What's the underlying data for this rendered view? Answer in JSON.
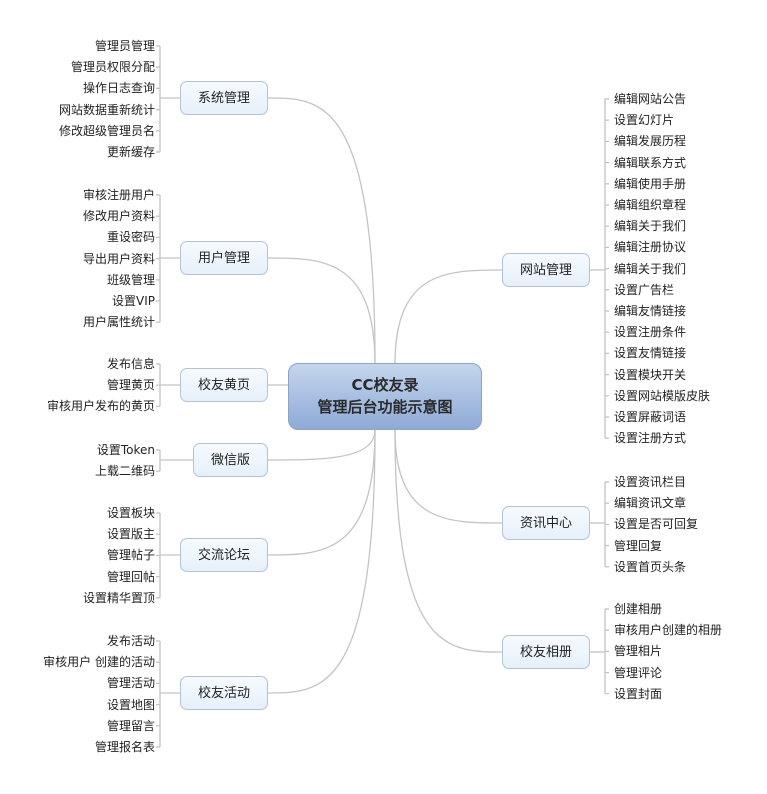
{
  "center": {
    "line1": "CC校友录",
    "line2": "管理后台功能示意图"
  },
  "left_branches": [
    {
      "label": "系统管理",
      "items": [
        "管理员管理",
        "管理员权限分配",
        "操作日志查询",
        "网站数据重新统计",
        "修改超级管理员名",
        "更新缓存"
      ]
    },
    {
      "label": "用户管理",
      "items": [
        "审核注册用户",
        "修改用户资料",
        "重设密码",
        "导出用户资料",
        "班级管理",
        "设置VIP",
        "用户属性统计"
      ]
    },
    {
      "label": "校友黄页",
      "items": [
        "发布信息",
        "管理黄页",
        "审核用户发布的黄页"
      ]
    },
    {
      "label": "微信版",
      "items": [
        "设置Token",
        "上载二维码"
      ]
    },
    {
      "label": "交流论坛",
      "items": [
        "设置板块",
        "设置版主",
        "管理帖子",
        "管理回帖",
        "设置精华置顶"
      ]
    },
    {
      "label": "校友活动",
      "items": [
        "发布活动",
        "审核用户 创建的活动",
        "管理活动",
        "设置地图",
        "管理留言",
        "管理报名表"
      ]
    }
  ],
  "right_branches": [
    {
      "label": "网站管理",
      "items": [
        "编辑网站公告",
        "设置幻灯片",
        "编辑发展历程",
        "编辑联系方式",
        "编辑使用手册",
        "编辑组织章程",
        "编辑关于我们",
        "编辑注册协议",
        "编辑关于我们",
        "设置广告栏",
        "编辑友情链接",
        "设置注册条件",
        "设置友情链接",
        "设置模块开关",
        "设置网站模版皮肤",
        "设置屏蔽词语",
        "设置注册方式"
      ]
    },
    {
      "label": "资讯中心",
      "items": [
        "设置资讯栏目",
        "编辑资讯文章",
        "设置是否可回复",
        "管理回复",
        "设置首页头条"
      ]
    },
    {
      "label": "校友相册",
      "items": [
        "创建相册",
        "审核用户创建的相册",
        "管理相片",
        "管理评论",
        "设置封面"
      ]
    }
  ],
  "colors": {
    "line": "#c4c4c4",
    "node_border": "#b4c2d2",
    "center_fill": "#9fb8de"
  }
}
